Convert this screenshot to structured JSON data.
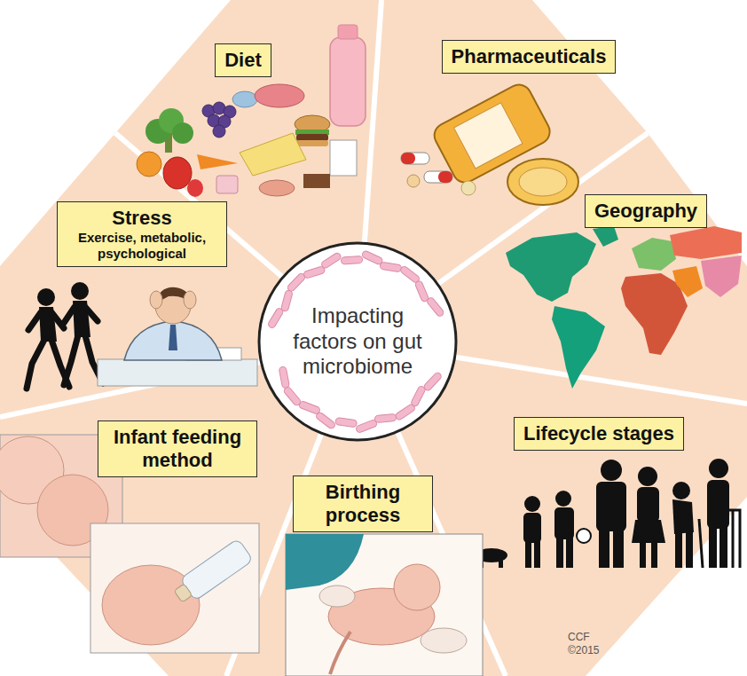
{
  "diagram": {
    "nodes": [
      {
        "text": [
          "Diet"
        ]
      },
      {
        "text": [
          "Pharmaceuticals"
        ]
      },
      {
        "text": [
          "Geography"
        ]
      },
      {
        "text": [
          "Stress",
          "Exercise, metabolic, psychological"
        ]
      },
      {
        "text": [
          "Impacting factors on gut microbiome"
        ]
      },
      {
        "text": [
          "Lifecycle stages"
        ]
      },
      {
        "text": [
          "Infant feeding method"
        ]
      },
      {
        "text": [
          "Birthing process"
        ]
      }
    ],
    "labels": [
      "CCF",
      "©2015"
    ]
  }
}
